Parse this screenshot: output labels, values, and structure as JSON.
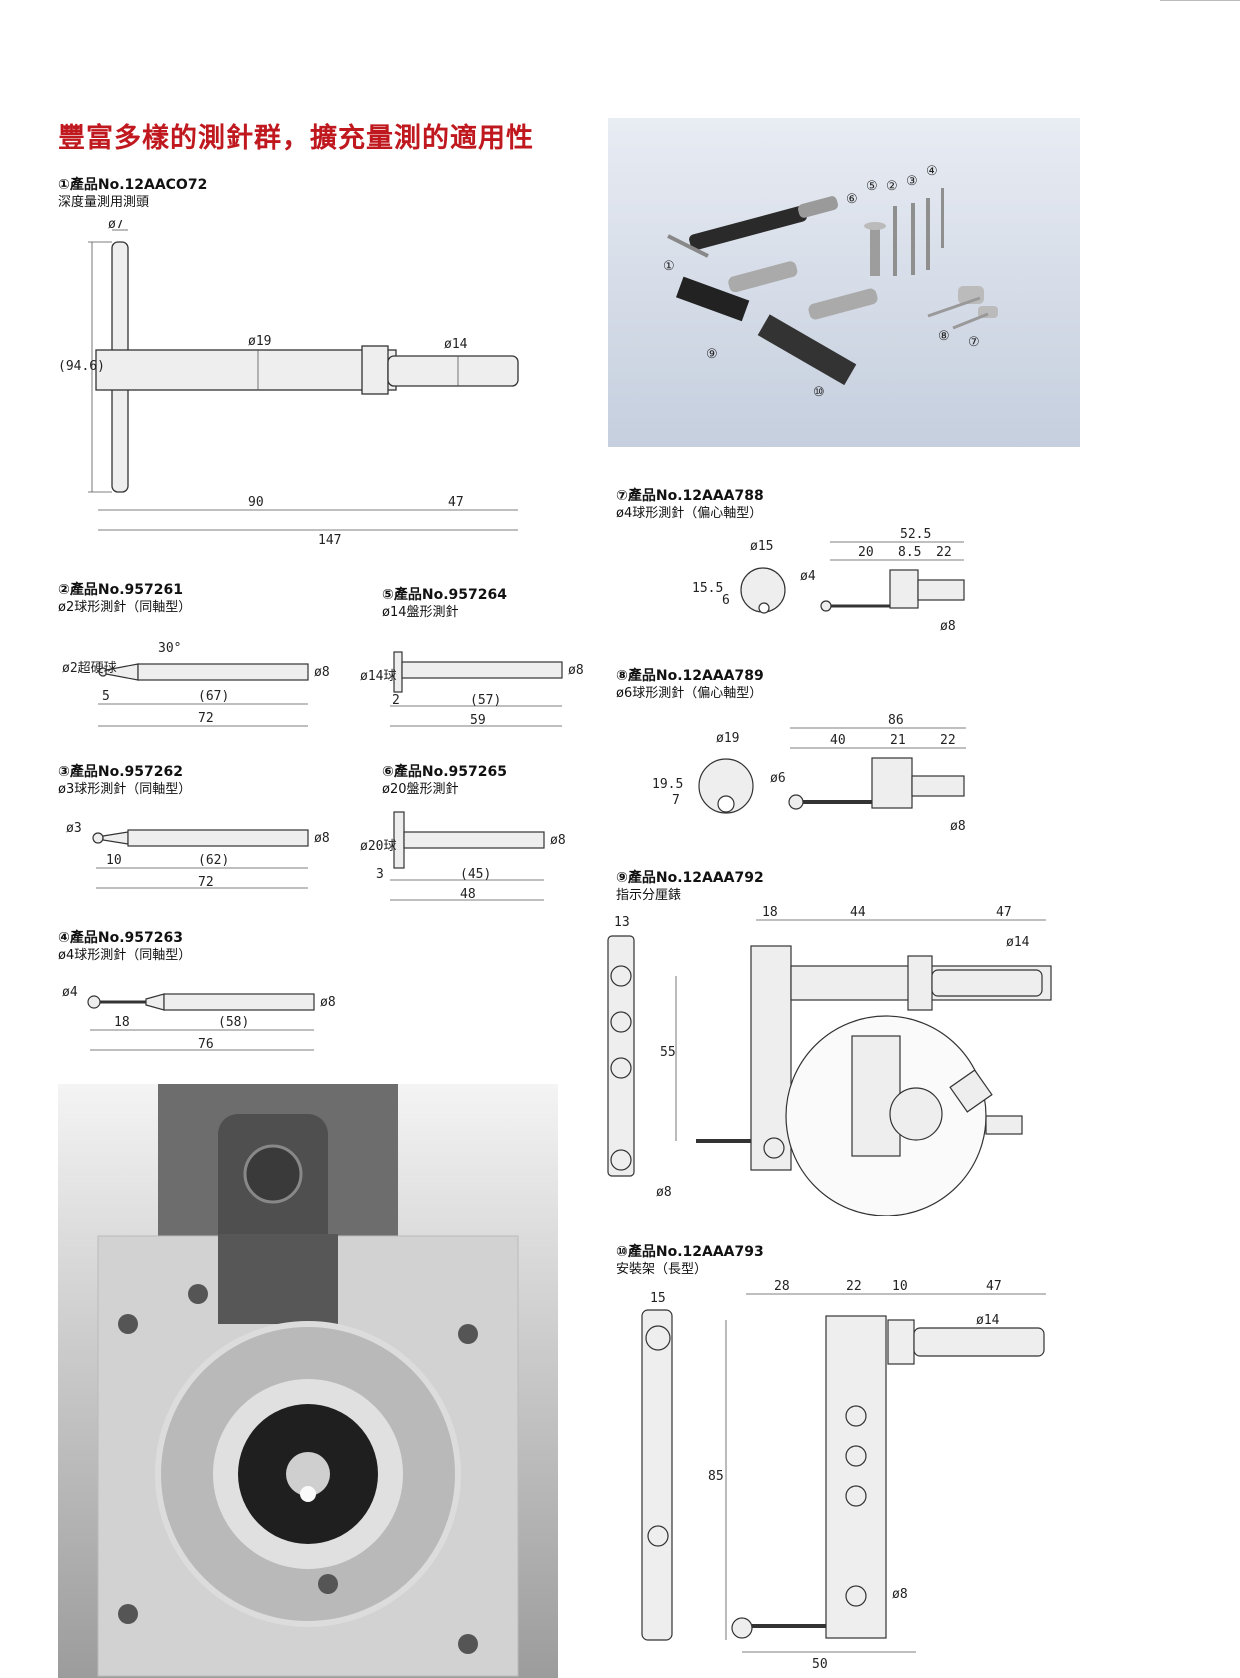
{
  "page": {
    "title": "豐富多樣的測針群，擴充量測的適用性"
  },
  "items": [
    {
      "id": "1",
      "no": "①產品No.12AACO72",
      "desc": "深度量測用測頭"
    },
    {
      "id": "2",
      "no": "②產品No.957261",
      "desc": "ø2球形測針（同軸型）"
    },
    {
      "id": "3",
      "no": "③產品No.957262",
      "desc": "ø3球形測針（同軸型）"
    },
    {
      "id": "4",
      "no": "④產品No.957263",
      "desc": "ø4球形測針（同軸型）"
    },
    {
      "id": "5",
      "no": "⑤產品No.957264",
      "desc": "ø14盤形測針"
    },
    {
      "id": "6",
      "no": "⑥產品No.957265",
      "desc": "ø20盤形測針"
    },
    {
      "id": "7",
      "no": "⑦產品No.12AAA788",
      "desc": "ø4球形測針（偏心軸型）"
    },
    {
      "id": "8",
      "no": "⑧產品No.12AAA789",
      "desc": "ø6球形測針（偏心軸型）"
    },
    {
      "id": "9",
      "no": "⑨產品No.12AAA792",
      "desc": "指示分厘錶"
    },
    {
      "id": "10",
      "no": "⑩產品No.12AAA793",
      "desc": "安裝架（長型）"
    }
  ],
  "photo_labels": [
    "①",
    "②",
    "③",
    "④",
    "⑤",
    "⑥",
    "⑦",
    "⑧",
    "⑨",
    "⑩"
  ],
  "dims": {
    "d1": {
      "phi7": "ø7",
      "phi19": "ø19",
      "phi14": "ø14",
      "h": "(94.6)",
      "a": "90",
      "b": "47",
      "total": "147"
    },
    "d2": {
      "ball": "ø2超硬球",
      "angle": "30°",
      "phi8": "ø8",
      "a": "5",
      "b": "(67)",
      "total": "72"
    },
    "d3": {
      "ball": "ø3",
      "phi8": "ø8",
      "a": "10",
      "b": "(62)",
      "total": "72"
    },
    "d4": {
      "ball": "ø4",
      "phi8": "ø8",
      "a": "18",
      "b": "(58)",
      "total": "76"
    },
    "d5": {
      "ball": "ø14球",
      "phi8": "ø8",
      "a": "2",
      "b": "(57)",
      "total": "59"
    },
    "d6": {
      "ball": "ø20球",
      "phi8": "ø8",
      "a": "3",
      "b": "(45)",
      "total": "48"
    },
    "d7": {
      "phi15": "ø15",
      "h": "15.5",
      "off": "6",
      "phi4": "ø4",
      "total": "52.5",
      "a": "20",
      "b": "8.5",
      "c": "22",
      "phi8": "ø8"
    },
    "d8": {
      "phi19": "ø19",
      "h": "19.5",
      "off": "7",
      "phi6": "ø6",
      "total": "86",
      "a": "40",
      "b": "21",
      "c": "22",
      "phi8": "ø8"
    },
    "d9": {
      "w": "13",
      "a": "18",
      "b": "44",
      "c": "47",
      "phi14": "ø14",
      "h": "55",
      "phi8": "ø8"
    },
    "d10": {
      "w": "15",
      "a": "28",
      "b": "22",
      "c": "10",
      "d": "47",
      "phi14": "ø14",
      "h": "85",
      "phi8": "ø8",
      "base": "50"
    }
  }
}
